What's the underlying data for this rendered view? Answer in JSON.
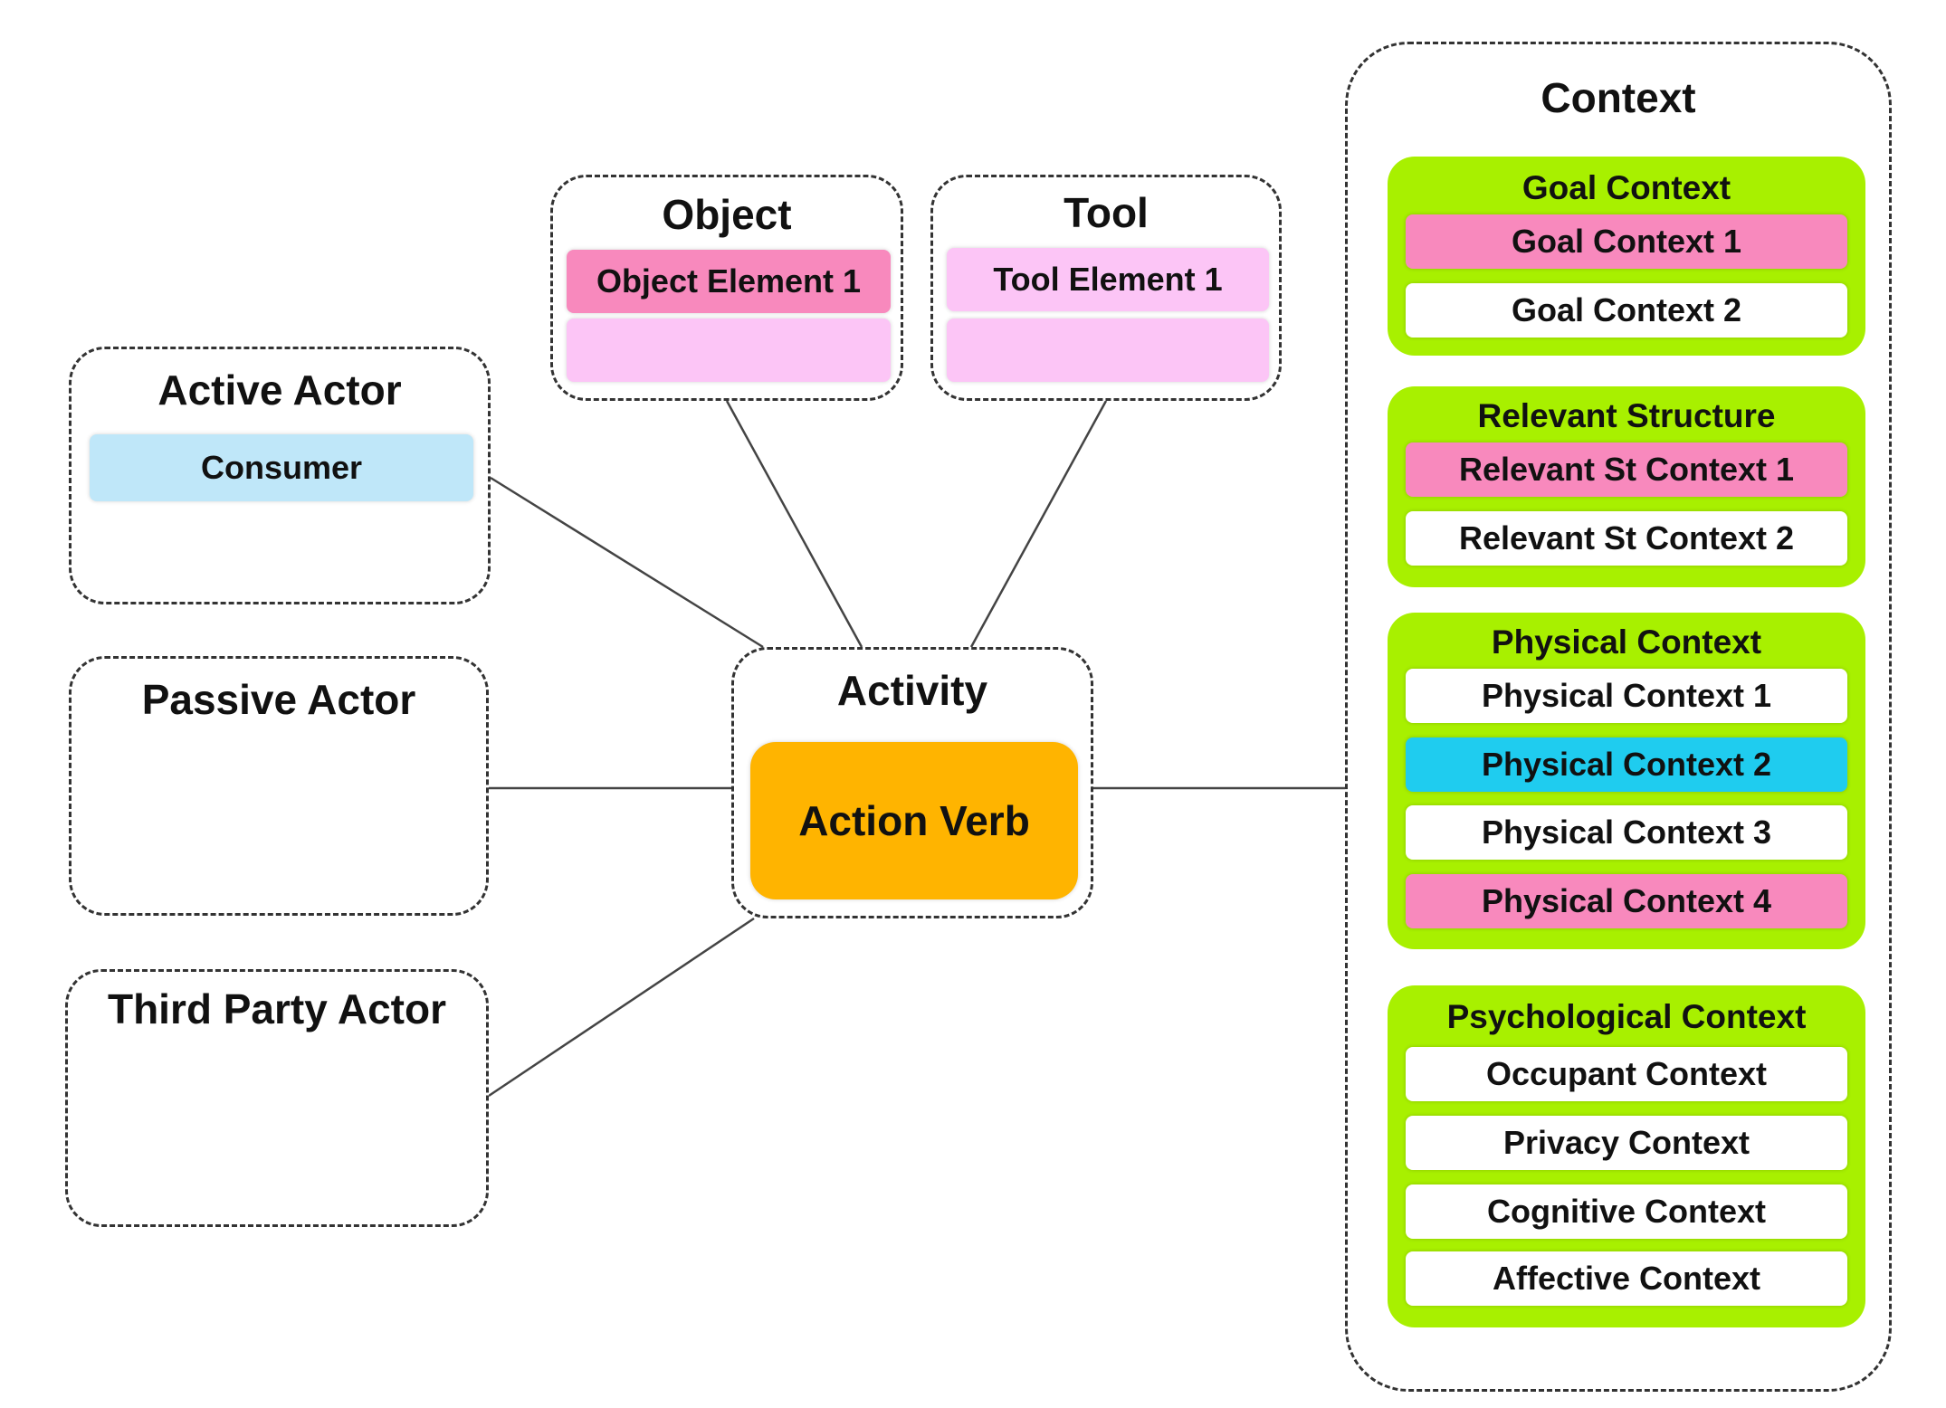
{
  "active_actor": {
    "title": "Active Actor",
    "items": [
      "Consumer"
    ]
  },
  "passive_actor": {
    "title": "Passive Actor"
  },
  "third_party_actor": {
    "title": "Third Party Actor"
  },
  "object": {
    "title": "Object",
    "items": [
      "Object Element 1"
    ]
  },
  "tool": {
    "title": "Tool",
    "items": [
      "Tool Element 1"
    ]
  },
  "activity": {
    "title": "Activity",
    "verb": "Action Verb"
  },
  "context": {
    "title": "Context",
    "goal": {
      "title": "Goal Context",
      "items": [
        "Goal Context 1",
        "Goal Context 2"
      ]
    },
    "relevant": {
      "title": "Relevant Structure",
      "items": [
        "Relevant St Context 1",
        "Relevant St Context 2"
      ]
    },
    "physical": {
      "title": "Physical Context",
      "items": [
        "Physical Context 1",
        "Physical Context 2",
        "Physical Context 3",
        "Physical Context 4"
      ]
    },
    "psychological": {
      "title": "Psychological Context",
      "items": [
        "Occupant Context",
        "Privacy Context",
        "Cognitive Context",
        "Affective Context"
      ]
    }
  },
  "colors": {
    "group_green": "#a8f000",
    "pink": "#f889bd",
    "light_pink": "#fcc5f6",
    "light_blue": "#bfe7f9",
    "cyan": "#1fccef",
    "orange": "#ffb400"
  }
}
